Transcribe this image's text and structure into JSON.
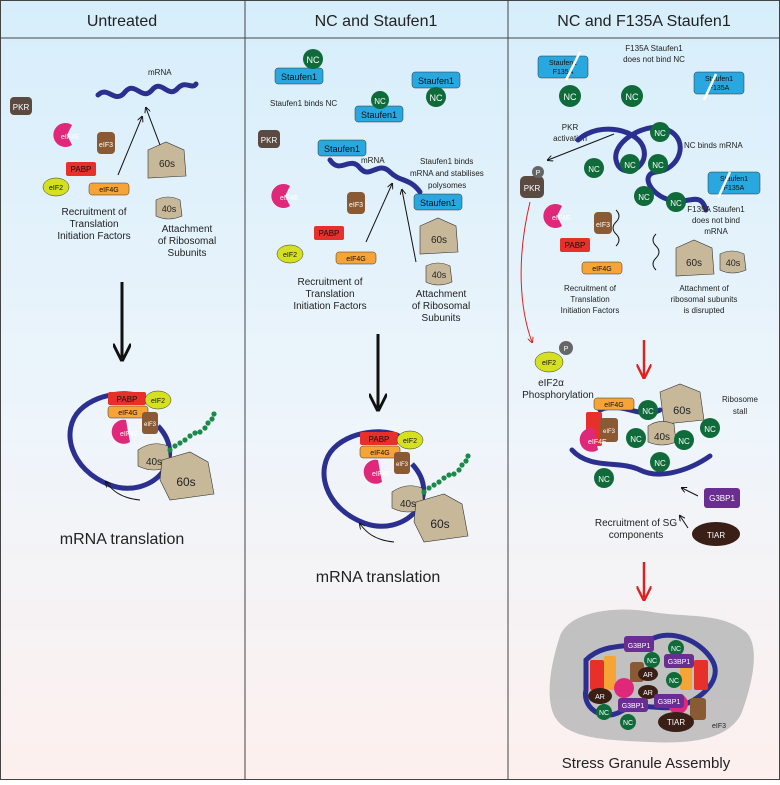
{
  "panels": {
    "p1": {
      "title": "Untreated",
      "mrna": "mRNA",
      "pkr": "PKR",
      "eif4e": "eIF4E",
      "eif3": "eIF3",
      "pabp": "PABP",
      "eif2": "eIF2",
      "eif4g": "eIF4G",
      "s60": "60s",
      "s40": "40s",
      "recruit": [
        "Recruitment of",
        "Translation",
        "Initiation Factors"
      ],
      "attach": [
        "Attachment",
        "of Ribosomal",
        "Subunits"
      ],
      "result": "mRNA translation"
    },
    "p2": {
      "title": "NC and  Staufen1",
      "nc": "NC",
      "staufen": "Staufen1",
      "staufen_binds_nc": "Staufen1 binds NC",
      "staufen_binds_mrna": [
        "Staufen1 binds",
        "mRNA and stabilises",
        "polysomes"
      ],
      "mrna": "mRNA",
      "pkr": "PKR",
      "eif4e": "eIF4E",
      "eif3": "eIF3",
      "pabp": "PABP",
      "eif2": "eIF2",
      "eif4g": "eIF4G",
      "s60": "60s",
      "s40": "40s",
      "recruit": [
        "Recruitment of",
        "Translation",
        "Initiation Factors"
      ],
      "attach": [
        "Attachment",
        "of Ribosomal",
        "Subunits"
      ],
      "result": "mRNA translation"
    },
    "p3": {
      "title": "NC and F135A Staufen1",
      "staufen_f135a": [
        "Staufen1",
        "F135A"
      ],
      "f135a_no_nc": [
        "F135A Staufen1",
        "does not bind NC"
      ],
      "nc": "NC",
      "pkr_activation": [
        "PKR",
        "activation"
      ],
      "nc_binds_mrna": "NC binds mRNA",
      "pkr": "PKR",
      "p": "P",
      "f135a_no_mrna": [
        "F135A Staufen1",
        "does not bind",
        "mRNA"
      ],
      "eif4e": "eIF4E",
      "eif3": "eIF3",
      "pabp": "PABP",
      "eif4g": "eIF4G",
      "eif2": "eIF2",
      "s60": "60s",
      "s40": "40s",
      "recruit": [
        "Recruitment of",
        "Translation",
        "Initiation Factors"
      ],
      "attach_disrupted": [
        "Attachment of",
        "ribosomal subunits",
        "is disrupted"
      ],
      "eif2a_phos": [
        "eIF2α",
        "Phosphorylation"
      ],
      "ribosome_stall": [
        "Ribosome",
        "stall"
      ],
      "g3bp1": "G3BP1",
      "tiar": "TIAR",
      "sg_recruit": [
        "Recruitment of SG",
        "components"
      ],
      "granule_labels": [
        "G3BP1",
        "NC",
        "NC",
        "G3BP1",
        "AR",
        "NC",
        "AR",
        "G3BP1",
        "NC",
        "AR",
        "G3BP1",
        "NC",
        "TIAR",
        "eIF3"
      ],
      "result": "Stress Granule Assembly"
    }
  },
  "colors": {
    "mrna": "#2b2f8f",
    "staufen": "#29a8e0",
    "nc": "#0f6b3a",
    "pkr": "#5b4a42",
    "eif4e": "#e0287a",
    "eif3": "#8a5a35",
    "pabp": "#e8302a",
    "eif2": "#d4e020",
    "eif4g": "#f7a436",
    "ribosome": "#c8b89a",
    "g3bp1": "#6a2d91",
    "tiar": "#3a1f16",
    "red_arrow": "#e02020"
  }
}
